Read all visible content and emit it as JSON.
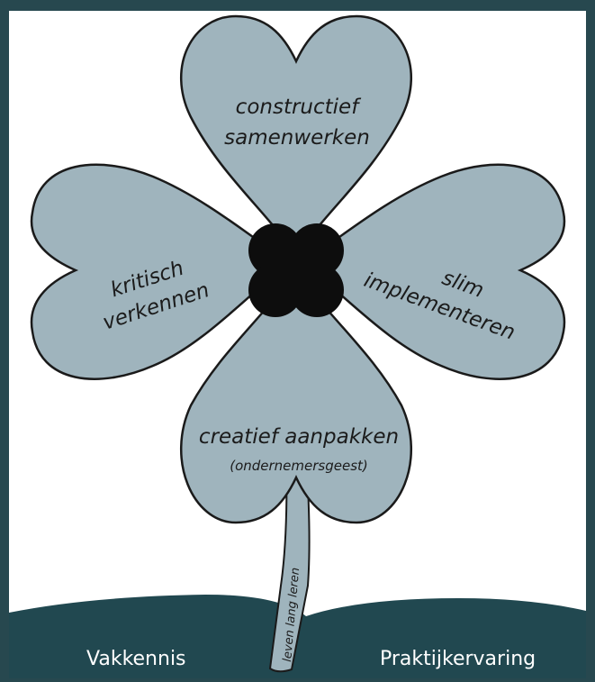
{
  "petals": {
    "top": {
      "line1": "constructief",
      "line2": "samenwerken"
    },
    "left": {
      "line1": "kritisch",
      "line2": "verkennen"
    },
    "right": {
      "line1": "slim",
      "line2": "implementeren"
    },
    "bottom": {
      "line1": "creatief aanpakken",
      "line2": "(ondernemersgeest)"
    }
  },
  "stem": {
    "label": "leven lang leren"
  },
  "ground": {
    "left": "Vakkennis",
    "right": "Praktijkervaring"
  },
  "colors": {
    "background": "#27484f",
    "panel": "#ffffff",
    "petal": "#9fb4bd",
    "center": "#0d0d0d",
    "ground": "#214850"
  }
}
